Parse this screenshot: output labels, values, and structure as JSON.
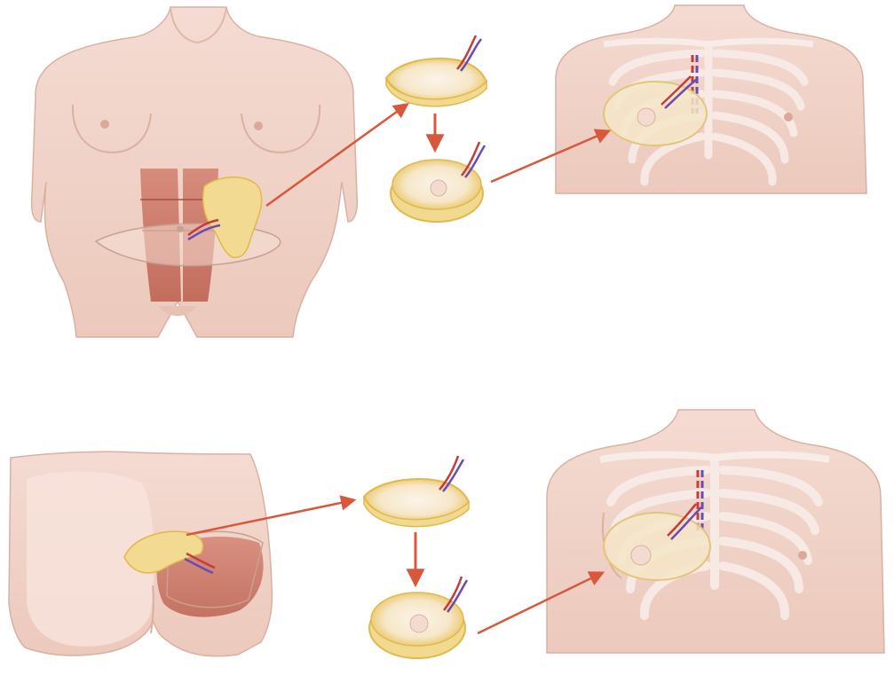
{
  "figure": {
    "background": "#ffffff",
    "colors": {
      "skin": "#f2d6cc",
      "skin_shadow": "#e3bcae",
      "skin_outline": "#d6a99a",
      "ribs": "#f7ebe6",
      "fat_yellow": "#f1d98f",
      "fat_rim": "#e7bf55",
      "flap_interior": "#fbf4ea",
      "muscle_red": "#c9705f",
      "arrow_red": "#d9573b",
      "artery_red": "#c63b3b",
      "vein_purple": "#6a4bb0"
    },
    "rows": [
      {
        "id": "abdominal-flap-row",
        "donor_site": "abdomen",
        "tissue": "rectus-abdominis-fat-flap",
        "steps": [
          "harvest",
          "shape-flap",
          "transfer-to-chest"
        ]
      },
      {
        "id": "gluteal-flap-row",
        "donor_site": "buttock",
        "tissue": "gluteal-fat-flap",
        "steps": [
          "harvest",
          "shape-flap",
          "transfer-to-chest"
        ]
      }
    ]
  }
}
